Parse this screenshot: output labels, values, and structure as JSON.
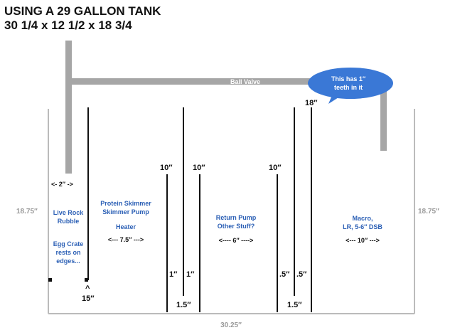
{
  "title": {
    "line1": "USING A 29 GALLON TANK",
    "line2": "30 1/4 x 12 1/2 x 18 3/4"
  },
  "dimensions": {
    "height_left": "18.75″",
    "height_right": "18.75″",
    "width_bottom": "30.25″"
  },
  "plumbing": {
    "ball_valve_label": "Ball Valve",
    "callout_line1": "This has 1″",
    "callout_line2": "teeth in it"
  },
  "baffle_labels": {
    "b1_top": "18″",
    "b2_top": "10″",
    "b3_top": "10″",
    "b4_top": "10″",
    "gap_left": "1″",
    "gap_right": "1″",
    "gap_bottom": "1.5″",
    "gap2_left": ".5″",
    "gap2_right": ".5″",
    "gap2_bottom": "1.5″",
    "egg_crate_height": "15″",
    "caret": "^"
  },
  "chambers": {
    "c1_width": "<- 2″ ->",
    "c1_line1": "Live Rock",
    "c1_line2": "Rubble",
    "c1_note1": "Egg Crate",
    "c1_note2": "rests on",
    "c1_note3": "edges...",
    "c2_line1": "Protein Skimmer",
    "c2_line2": "Skimmer Pump",
    "c2_line3": "Heater",
    "c2_width": "<--- 7.5″ --->",
    "c3_line1": "Return Pump",
    "c3_line2": "Other Stuff?",
    "c3_width": "<---- 6″ ---->",
    "c4_line1": "Macro,",
    "c4_line2": "LR, 5-6″ DSB",
    "c4_width": "<--- 10″ --->"
  },
  "colors": {
    "pipe": "#a6a6a6",
    "tank_wall": "#bbbbbb",
    "baffle": "#111111",
    "bubble": "#3a78d6",
    "chamber_text": "#2b5fb5"
  }
}
